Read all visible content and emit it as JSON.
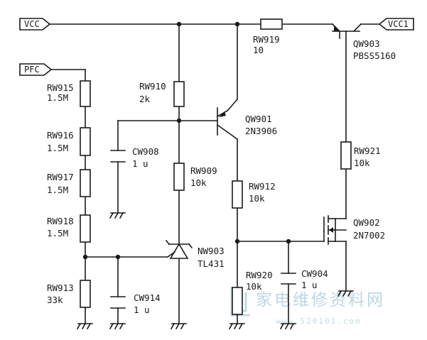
{
  "nets": {
    "vcc": "VCC",
    "vcc1": "VCC1",
    "pfc": "PFC"
  },
  "resistors": {
    "rw915": {
      "ref": "RW915",
      "value": "1.5M"
    },
    "rw916": {
      "ref": "RW916",
      "value": "1.5M"
    },
    "rw917": {
      "ref": "RW917",
      "value": "1.5M"
    },
    "rw918": {
      "ref": "RW918",
      "value": "1.5M"
    },
    "rw913": {
      "ref": "RW913",
      "value": "33k"
    },
    "rw910": {
      "ref": "RW910",
      "value": "2k"
    },
    "rw909": {
      "ref": "RW909",
      "value": "10k"
    },
    "rw919": {
      "ref": "RW919",
      "value": "10"
    },
    "rw912": {
      "ref": "RW912",
      "value": "10k"
    },
    "rw921": {
      "ref": "RW921",
      "value": "10k"
    },
    "rw920": {
      "ref": "RW920",
      "value": "10k"
    }
  },
  "capacitors": {
    "cw908": {
      "ref": "CW908",
      "value": "1 u"
    },
    "cw914": {
      "ref": "CW914",
      "value": "1 u"
    },
    "cw904": {
      "ref": "CW904",
      "value": "1 u"
    }
  },
  "transistors": {
    "qw901": {
      "ref": "QW901",
      "part": "2N3906"
    },
    "qw903": {
      "ref": "QW903",
      "part": "PBSS5160"
    },
    "qw902": {
      "ref": "QW902",
      "part": "2N7002"
    }
  },
  "regulator": {
    "ref": "NW903",
    "part": "TL431"
  },
  "watermark": {
    "text": "家电维修资料网",
    "url": "www.520101.com"
  }
}
